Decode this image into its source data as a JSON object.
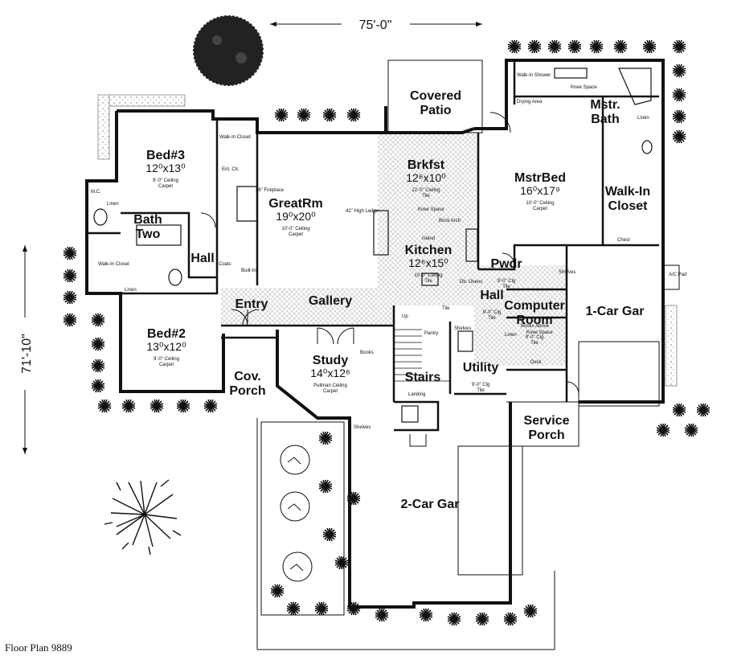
{
  "plan": {
    "overall_width": "75'-0\"",
    "overall_depth": "71'-10\"",
    "caption": "Floor Plan 9889"
  },
  "rooms": [
    {
      "id": "covered-patio",
      "lines": [
        "Covered",
        "Patio"
      ],
      "dims": "",
      "notes": []
    },
    {
      "id": "bed3",
      "lines": [
        "Bed#3"
      ],
      "dims": "12⁰x13⁰",
      "notes": [
        "9'-0\" Ceiling",
        "Carpet"
      ]
    },
    {
      "id": "greatrm",
      "lines": [
        "GreatRm"
      ],
      "dims": "19⁰x20⁰",
      "notes": [
        "10'-0\" Ceiling",
        "Carpet"
      ]
    },
    {
      "id": "brkfst",
      "lines": [
        "Brkfst"
      ],
      "dims": "12⁶x10⁰",
      "notes": [
        "12'-0\" Ceiling",
        "Tile"
      ]
    },
    {
      "id": "mstrbed",
      "lines": [
        "MstrBed"
      ],
      "dims": "16⁰x17⁹",
      "notes": [
        "10'-0\" Ceiling",
        "Carpet"
      ]
    },
    {
      "id": "mstr-bath",
      "lines": [
        "Mstr.",
        "Bath"
      ],
      "dims": "",
      "notes": []
    },
    {
      "id": "walkin-closet",
      "lines": [
        "Walk-In",
        "Closet"
      ],
      "dims": "",
      "notes": []
    },
    {
      "id": "bath-two",
      "lines": [
        "Bath",
        "Two"
      ],
      "dims": "",
      "notes": []
    },
    {
      "id": "hall-left",
      "lines": [
        "Hall"
      ],
      "dims": "",
      "notes": []
    },
    {
      "id": "kitchen",
      "lines": [
        "Kitchen"
      ],
      "dims": "12⁶x15⁰",
      "notes": [
        "10'-0\" Ceiling",
        "Tile"
      ]
    },
    {
      "id": "pwdr",
      "lines": [
        "Pwdr"
      ],
      "dims": "",
      "notes": [
        "9'-0\" Clg",
        "Tile"
      ]
    },
    {
      "id": "hall-right",
      "lines": [
        "Hall"
      ],
      "dims": "",
      "notes": [
        "9'-0\" Clg",
        "Tile"
      ]
    },
    {
      "id": "computer-room",
      "lines": [
        "Computer",
        "Room"
      ],
      "dims": "",
      "notes": [
        "9'-0\" Clg",
        "Tile"
      ]
    },
    {
      "id": "one-car-gar",
      "lines": [
        "1-Car Gar"
      ],
      "dims": "",
      "notes": []
    },
    {
      "id": "entry",
      "lines": [
        "Entry"
      ],
      "dims": "",
      "notes": []
    },
    {
      "id": "gallery",
      "lines": [
        "Gallery"
      ],
      "dims": "",
      "notes": []
    },
    {
      "id": "bed2",
      "lines": [
        "Bed#2"
      ],
      "dims": "13⁰x12⁰",
      "notes": [
        "9'-0\" Ceiling",
        "Carpet"
      ]
    },
    {
      "id": "study",
      "lines": [
        "Study"
      ],
      "dims": "14⁰x12⁶",
      "notes": [
        "Pullman Ceiling",
        "Carpet"
      ]
    },
    {
      "id": "stairs",
      "lines": [
        "Stairs"
      ],
      "dims": "",
      "notes": []
    },
    {
      "id": "utility",
      "lines": [
        "Utility"
      ],
      "dims": "",
      "notes": [
        "9'-0\" Clg",
        "Tile"
      ]
    },
    {
      "id": "cov-porch",
      "lines": [
        "Cov.",
        "Porch"
      ],
      "dims": "",
      "notes": []
    },
    {
      "id": "service-porch",
      "lines": [
        "Service",
        "Porch"
      ],
      "dims": "",
      "notes": []
    },
    {
      "id": "two-car-gar",
      "lines": [
        "2-Car Gar"
      ],
      "dims": "",
      "notes": []
    }
  ],
  "small_labels": {
    "walkin_closet_top": "Walk-In Closet",
    "ent_ctr": "Ent. Ctr.",
    "fireplace": "36\" Fireplace",
    "high_ledge": "42\" High Ledge",
    "knee_space": "Knee Space",
    "brick_arch": "Brick Arch",
    "island": "Island",
    "walkin_shower": "Walk-In Shower",
    "drying_area": "Drying Area",
    "knee_space_bath": "Knee Space",
    "linen_mbath": "Linen",
    "chest": "Chest",
    "shelves_pwdr": "Shelves",
    "ac_pad": "A/C Pad",
    "mc": "M.C.",
    "linen_bath": "Linen",
    "walkin_closet_bed2": "Walk-In Closet",
    "linen_bed2": "Linen",
    "coats": "Coats",
    "built_in": "Built-In",
    "db_ovens": "Db. Ovens",
    "tile": "Tile",
    "pantry": "Pantry",
    "up": "Up",
    "shelves_util": "Shelves",
    "books": "Books",
    "landing": "Landing",
    "shelves_gar": "Shelves",
    "books_comp": "Books Above",
    "knee_space_comp": "Knee Space",
    "desk": "Desk",
    "linen_hall": "Linen"
  }
}
